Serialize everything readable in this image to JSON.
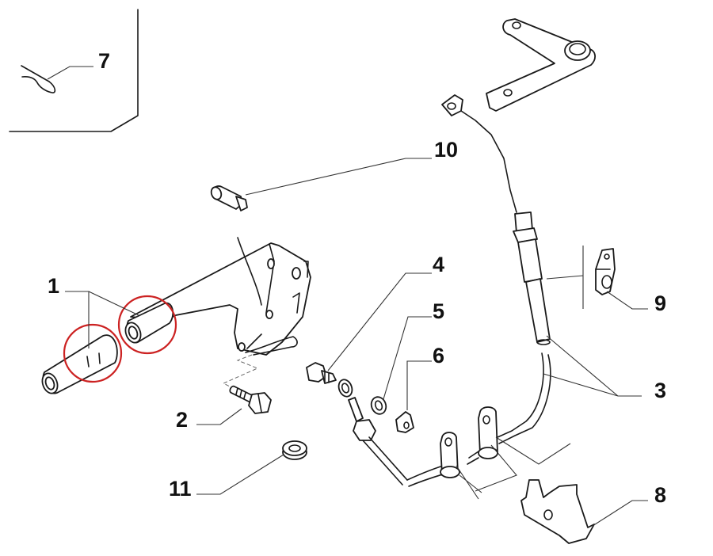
{
  "diagram": {
    "type": "exploded parts diagram",
    "callouts": [
      {
        "id": "1",
        "label": "1"
      },
      {
        "id": "2",
        "label": "2"
      },
      {
        "id": "3",
        "label": "3"
      },
      {
        "id": "4",
        "label": "4"
      },
      {
        "id": "5",
        "label": "5"
      },
      {
        "id": "6",
        "label": "6"
      },
      {
        "id": "7",
        "label": "7"
      },
      {
        "id": "8",
        "label": "8"
      },
      {
        "id": "9",
        "label": "9"
      },
      {
        "id": "10",
        "label": "10"
      },
      {
        "id": "11",
        "label": "11"
      }
    ],
    "highlight_color": "#cc2222",
    "line_color": "#1a1a1a"
  }
}
